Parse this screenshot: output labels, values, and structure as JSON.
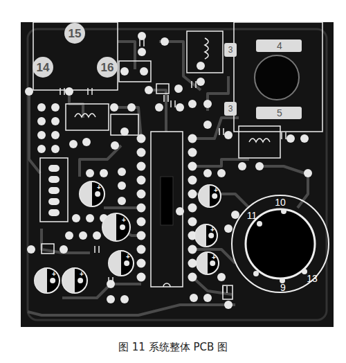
{
  "diagram": {
    "caption": "图 11 系统整体 PCB 图",
    "labels": [
      "15",
      "14",
      "16",
      "4",
      "3",
      "3",
      "5",
      "11",
      "10",
      "9",
      "13",
      "+",
      "+",
      "+",
      "+",
      "+",
      "+",
      "+",
      "+"
    ]
  }
}
